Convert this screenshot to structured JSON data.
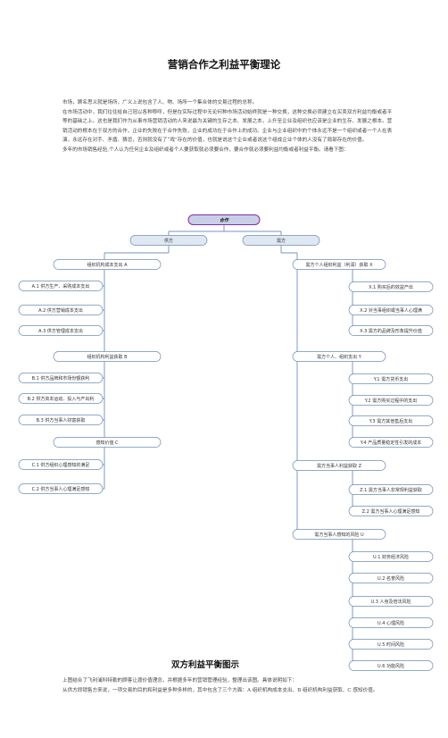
{
  "title": "营销合作之利益平衡理论",
  "intro": [
    "市场，顾名思义就是场所，广义上说包含了人、物、场所一个集合体的交易过程的总称。",
    "在市场活动中，我们往往给自己冠以各种称呼，但是在实际过程中无论何种市场活动始终就是一种交换，这种交换必须建立在买卖双方利益均衡或者平等的基础之上。这也是我们作为从事市场营销活动的人来说最为关键的生存之本、发展之本，上升至企业及组织也应该是企业的生存、发展之根本。营销活动的根本在于双方的合作，企业的失败在于合作失败，企业的成功在于合作上的成功。企业与企业组织中的个体永远不是一个组织或者一个人在表演，永远存在对手、矛盾、猜忌，否则就没有了“戏”存在的价值，也就是说这个企业或者说这个组成企业个体的人没有了局部存在的价值。",
    "多年的市场销售经验,个人认为任何企业及组织或者个人要获取就必须要合作，要合作就必须要利益均衡或者利益平衡。请看下图："
  ],
  "diagram": {
    "root": "合作",
    "supplier": "供方",
    "demander": "需方",
    "left_groups": [
      {
        "head": "组织机构成本支出 A",
        "items": [
          "A.1 供方生产、采购成本支出",
          "A.2 供方营销成本支出",
          "A.3 供方管理成本支出"
        ]
      },
      {
        "head": "组织机构利益获取 B",
        "items": [
          "B.1 供方品牌和市场份额获利",
          "B.2 供方资本运动、投入与产出利",
          "B.3 供方当事人财富获取"
        ]
      },
      {
        "head": "感知价值 C",
        "items": [
          "C.1 供方组织心理感知的满足",
          "C.2 供方当事人心理满足感知"
        ]
      }
    ],
    "right_groups": [
      {
        "head": "需方个人组织利益（利润）获取 X",
        "items": [
          "X.1 购买后的效益产出",
          "X.2 对当事组织或当事人心理满",
          "X.3 需方的品牌及形象提升价值"
        ]
      },
      {
        "head": "需方个人、组织支出 Y",
        "items": [
          "Y.1 需方货币支出",
          "Y.2 需方购买过程中的支出",
          "Y.3 需方其他售后支出",
          "Y.4 产品质量稳定性引发的成本"
        ]
      },
      {
        "head": "需方当事人利益获取 Z",
        "items": [
          "Z.1 需方当事人非常规利益获取",
          "Z.2 需方当事人心理满足感知"
        ]
      },
      {
        "head": "需方当事人感知的风险 U",
        "items": [
          "U.1 财务经济风险",
          "U.2 名誉风险",
          "U.3 人身及倍法风险",
          "U.4 心理风险",
          "U.5 时间风险",
          "U.6 功能风险"
        ]
      }
    ]
  },
  "caption": "双方利益平衡图示",
  "outro": [
    "上图结合了飞利浦科特勒的顾客让渡价值理念，并根据多年的营销管理经验，整理出该图。具体说明如下：",
    "从供方即销售方来说，一项交易的目的和利益是多种多样的，其中包含了三个方面：A 组织机构成本支出、B 组织机构利益获取、C 感知价值。"
  ],
  "colors": {
    "node_border": "#6f8fb4",
    "node_fill": "#ffffff",
    "root_fill": "#c9cfe8",
    "root_border": "#8a2ca0",
    "party_fill": "#dfe7f2",
    "line": "#4a6fa5"
  }
}
